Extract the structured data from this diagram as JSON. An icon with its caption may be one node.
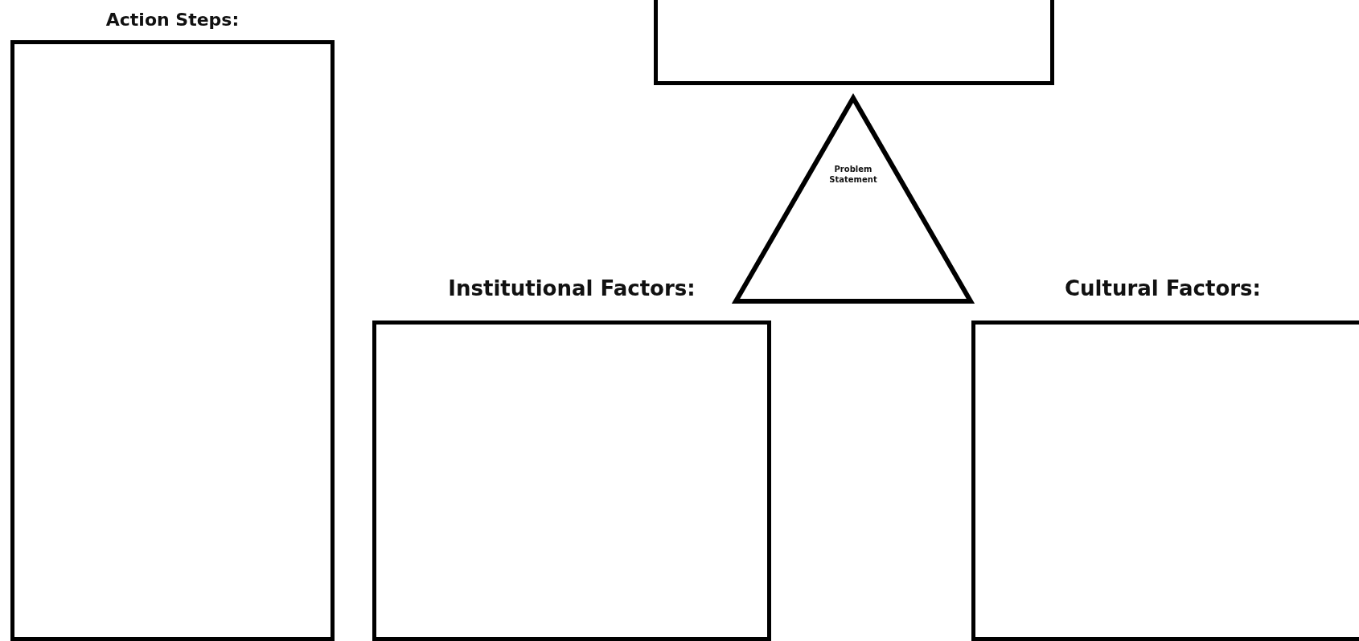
{
  "diagram": {
    "nodes": [
      {
        "text": [],
        "shape": "box"
      },
      {
        "text": [
          "Action Steps:"
        ]
      },
      {
        "text": [
          "Problem Statement"
        ]
      },
      {
        "text": [
          "Institutional Factors:"
        ]
      },
      {
        "text": [
          "Cultural Factors:"
        ]
      }
    ]
  }
}
